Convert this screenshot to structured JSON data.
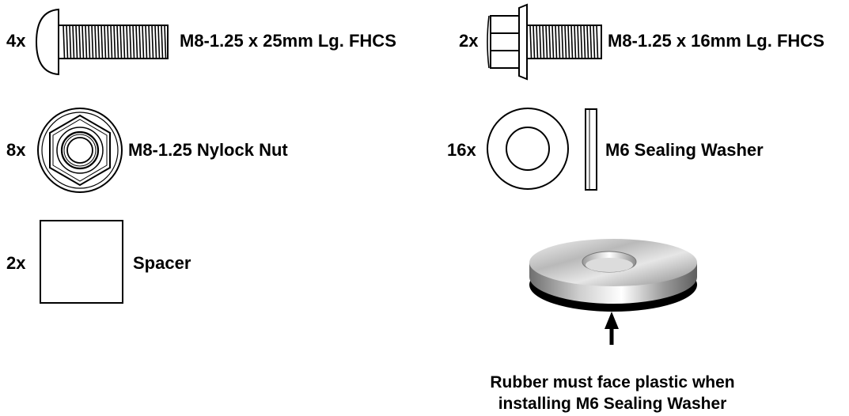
{
  "items": [
    {
      "qty": "4x",
      "label": "M8-1.25 x 25mm Lg. FHCS",
      "icon": "button-head-screw-icon"
    },
    {
      "qty": "2x",
      "label": "M8-1.25 x 16mm Lg. FHCS",
      "icon": "flange-hex-bolt-icon"
    },
    {
      "qty": "8x",
      "label": "M8-1.25 Nylock Nut",
      "icon": "nylock-nut-icon"
    },
    {
      "qty": "16x",
      "label": "M6 Sealing Washer",
      "icon": "sealing-washer-icon"
    },
    {
      "qty": "2x",
      "label": "Spacer",
      "icon": "spacer-icon"
    }
  ],
  "callout": {
    "line1": "Rubber must face plastic when",
    "line2": "installing M6 Sealing Washer",
    "icon": "sealing-washer-3d-icon"
  }
}
